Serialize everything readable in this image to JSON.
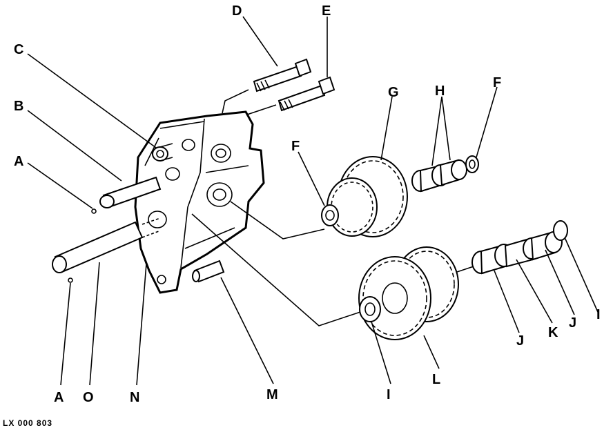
{
  "diagram": {
    "labels": {
      "A1": "A",
      "A2": "A",
      "B": "B",
      "C": "C",
      "D": "D",
      "E": "E",
      "F1": "F",
      "F2": "F",
      "G": "G",
      "H": "H",
      "I1": "I",
      "I2": "I",
      "J1": "J",
      "J2": "J",
      "K": "K",
      "L": "L",
      "M": "M",
      "N": "N",
      "O": "O"
    },
    "reference": "LX 000 803"
  }
}
